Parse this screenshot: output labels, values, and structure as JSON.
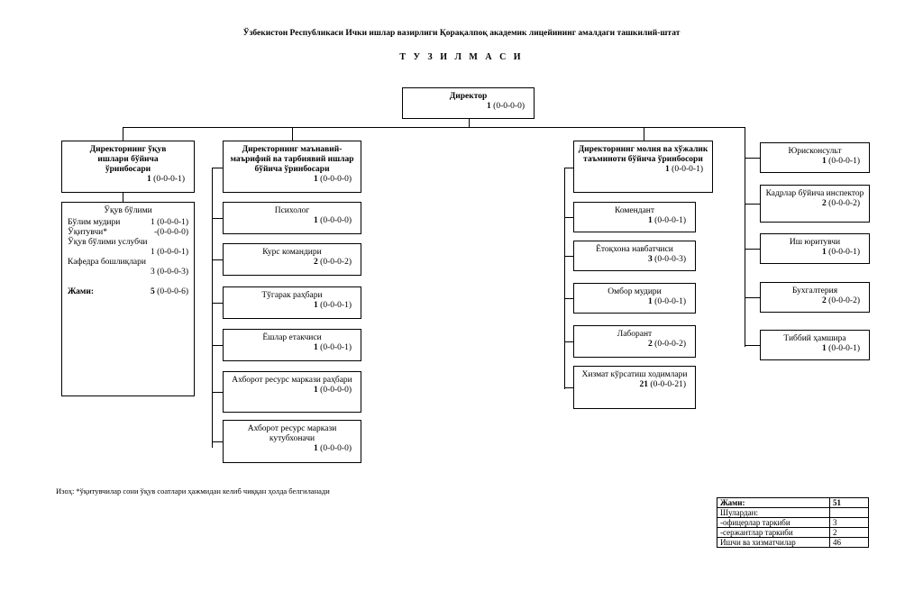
{
  "header": {
    "title": "Ўзбекистон Республикаси Ички ишлар вазирлиги Қорақалпоқ академик лицейининг амалдаги ташкилий-штат",
    "subtitle": "Т У З И Л М А С И"
  },
  "director": {
    "name": "Директор",
    "count": "1",
    "code": "(0-0-0-0)"
  },
  "dep1": {
    "name": "Директорнинг ўқув ишлари бўйича ўринбосари",
    "count": "1",
    "code": "(0-0-0-1)"
  },
  "study_dept": {
    "title": "Ўқув бўлими",
    "rows": [
      {
        "label": "Бўлим мудири",
        "value": "1 (0-0-0-1)"
      },
      {
        "label": "Ўқитувчи*",
        "value": "-(0-0-0-0)"
      },
      {
        "label": "Ўқув бўлими услубчи",
        "value": ""
      },
      {
        "label": "",
        "value": "1 (0-0-0-1)"
      },
      {
        "label": "Кафедра бошлиқлари",
        "value": ""
      },
      {
        "label": "",
        "value": "3 (0-0-0-3)"
      }
    ],
    "total_label": "Жами:",
    "total_count": "5",
    "total_code": "(0-0-0-6)"
  },
  "dep2": {
    "name": "Директорнинг маънавий-маърифий ва тарбиявий ишлар бўйича ўринбосари",
    "count": "1",
    "code": "(0-0-0-0)",
    "children": [
      {
        "name": "Психолог",
        "count": "1",
        "code": "(0-0-0-0)"
      },
      {
        "name": "Курс командири",
        "count": "2",
        "code": "(0-0-0-2)"
      },
      {
        "name": "Тўгарак раҳбари",
        "count": "1",
        "code": "(0-0-0-1)"
      },
      {
        "name": "Ёшлар етакчиси",
        "count": "1",
        "code": "(0-0-0-1)"
      },
      {
        "name": "Ахборот ресурс маркази раҳбари",
        "count": "1",
        "code": "(0-0-0-0)"
      },
      {
        "name": "Ахборот ресурс маркази кутубхоначи",
        "count": "1",
        "code": "(0-0-0-0)"
      }
    ]
  },
  "dep3": {
    "name": "Директорнинг молия ва хўжалик таъминоти бўйича ўринбосори",
    "count": "1",
    "code": "(0-0-0-1)",
    "children": [
      {
        "name": "Комендант",
        "count": "1",
        "code": "(0-0-0-1)"
      },
      {
        "name": "Ётоқхона навбатчиси",
        "count": "3",
        "code": "(0-0-0-3)"
      },
      {
        "name": "Омбор мудири",
        "count": "1",
        "code": "(0-0-0-1)"
      },
      {
        "name": "Лаборант",
        "count": "2",
        "code": "(0-0-0-2)"
      },
      {
        "name": "Хизмат кўрсатиш ходимлари",
        "count": "21",
        "code": "(0-0-0-21)"
      }
    ]
  },
  "right": [
    {
      "name": "Юрисконсульт",
      "count": "1",
      "code": "(0-0-0-1)"
    },
    {
      "name": "Кадрлар бўйича инспектор",
      "count": "2",
      "code": "(0-0-0-2)"
    },
    {
      "name": "Иш юритувчи",
      "count": "1",
      "code": "(0-0-0-1)"
    },
    {
      "name": "Бухгалтерия",
      "count": "2",
      "code": "(0-0-0-2)"
    },
    {
      "name": "Тиббий ҳамшира",
      "count": "1",
      "code": "(0-0-0-1)"
    }
  ],
  "note": "Изоҳ: *ўқитувчилар сони ўқув соатлари ҳажмидан келиб чиққан ҳолда белгиланади",
  "summary": [
    {
      "label": "Жами:",
      "value": "51"
    },
    {
      "label": "Шулардан:",
      "value": ""
    },
    {
      "label": "-офицерлар таркиби",
      "value": "3"
    },
    {
      "label": "-сержантлар таркиби",
      "value": "2"
    },
    {
      "label": "Ишчи ва хизматчилар",
      "value": "46"
    }
  ]
}
